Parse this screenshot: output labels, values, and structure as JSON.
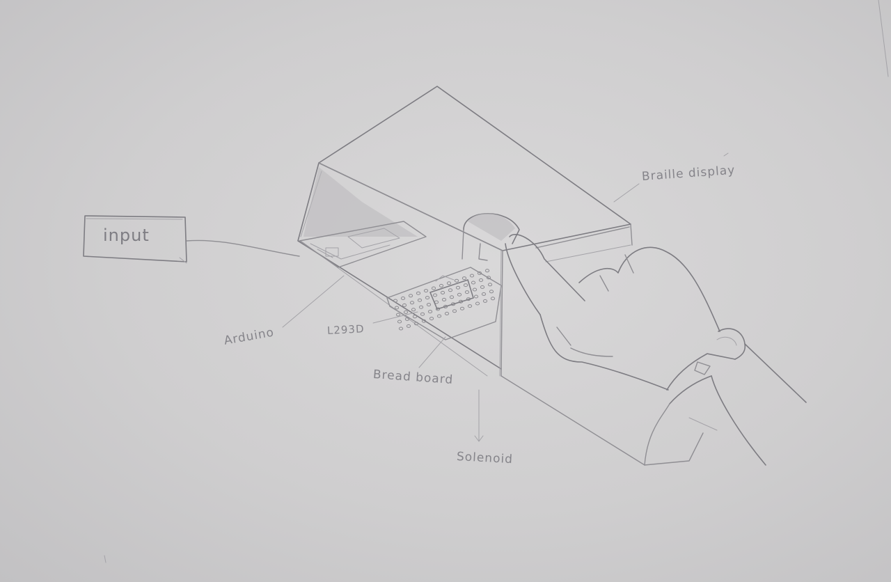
{
  "labels": {
    "input": "input",
    "braille_display": "Braille display",
    "arduino": "Arduino",
    "l293": "L293D",
    "breadboard": "Bread board",
    "solenoid": "Solenoid"
  },
  "colors": {
    "paper": "#cfcecf",
    "pencil": "#8f8e93"
  }
}
